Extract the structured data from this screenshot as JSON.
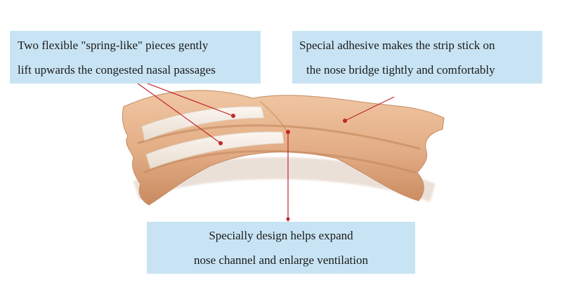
{
  "callouts": {
    "left": {
      "line1": "Two flexible \"spring-like\" pieces gently",
      "line2": "lift upwards the congested nasal passages"
    },
    "right": {
      "line1": "Special adhesive makes the strip stick on",
      "line2": "the nose bridge tightly and comfortably"
    },
    "bottom": {
      "line1": "Specially design helps expand",
      "line2": "nose channel and enlarge ventilation"
    }
  },
  "colors": {
    "callout_bg": "#c8e4f4",
    "strip_skin": "#e2ac84",
    "strip_shadow": "#b87b55",
    "spring_pieces": "#f4ece4",
    "leader_line": "#c0272d"
  }
}
